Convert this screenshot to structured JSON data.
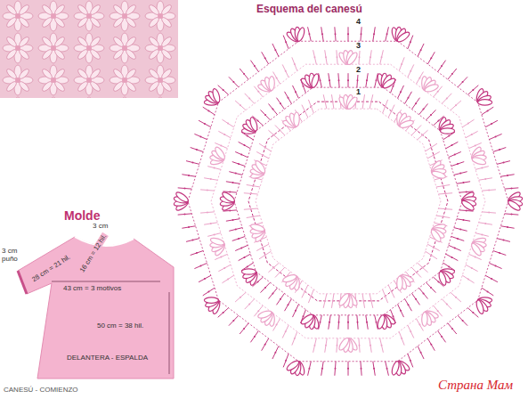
{
  "diagram": {
    "title": "Esquema del canesú",
    "labels": [
      "4",
      "3",
      "2",
      "1",
      "Molde",
      "3 cm puño",
      "3 cm",
      "28 cm = 21 hil.",
      "16 cm = 12 hil.",
      "43 cm = 3 motivos",
      "50 cm = 38 hil.",
      "DELANTERA - ESPALDA",
      "CANESÚ - COMIENZO",
      "Страна Мам"
    ]
  }
}
